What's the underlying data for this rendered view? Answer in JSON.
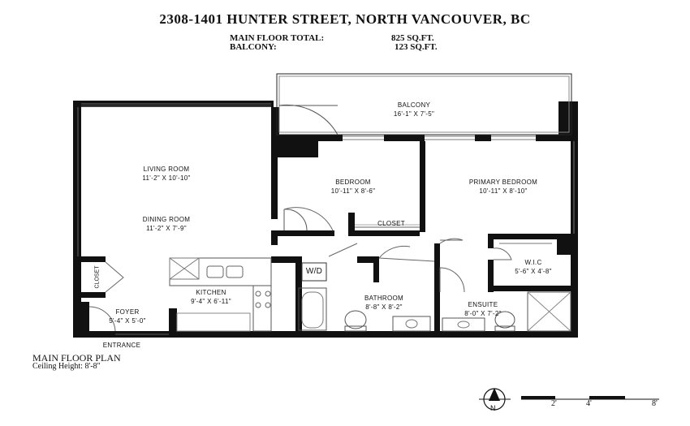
{
  "header": {
    "title": "2308-1401 HUNTER STREET, NORTH VANCOUVER, BC",
    "main_floor_label": "MAIN FLOOR TOTAL:",
    "main_floor_value": "825 SQ.FT.",
    "balcony_label": "BALCONY:",
    "balcony_value": "123 SQ.FT."
  },
  "rooms": {
    "balcony": {
      "name": "BALCONY",
      "dims": "16'-1\" X 7'-5\""
    },
    "living": {
      "name": "LIVING ROOM",
      "dims": "11'-2\" X 10'-10\""
    },
    "dining": {
      "name": "DINING ROOM",
      "dims": "11'-2\" X 7'-9\""
    },
    "bedroom": {
      "name": "BEDROOM",
      "dims": "10'-11\" X 8'-6\""
    },
    "primary": {
      "name": "PRIMARY BEDROOM",
      "dims": "10'-11\" X 8'-10\""
    },
    "closet_bed": {
      "name": "CLOSET"
    },
    "closet_foyer": {
      "name": "CLOSET"
    },
    "wic": {
      "name": "W.I.C",
      "dims": "5'-6\" X 4'-8\""
    },
    "wd": {
      "name": "W/D"
    },
    "kitchen": {
      "name": "KITCHEN",
      "dims": "9'-4\" X 6'-11\""
    },
    "bathroom": {
      "name": "BATHROOM",
      "dims": "8'-8\" X 8'-2\""
    },
    "ensuite": {
      "name": "ENSUITE",
      "dims": "8'-0\" X 7'-2\""
    },
    "foyer": {
      "name": "FOYER",
      "dims": "5'-4\" X 5'-0\""
    }
  },
  "entrance": "ENTRANCE",
  "footer": {
    "plan_label": "MAIN FLOOR PLAN",
    "ceiling": "Ceiling Height: 8'-8\""
  },
  "compass": {
    "letter": "N"
  },
  "scale": {
    "labels": [
      "2'",
      "4'",
      "8'"
    ]
  }
}
